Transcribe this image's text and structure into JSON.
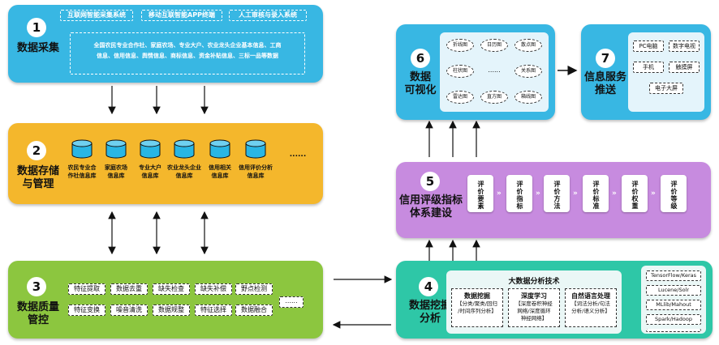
{
  "p1": {
    "number": "1",
    "title": "数据采集",
    "tabs": [
      "互联网智能采集系统",
      "移动互联智能APP终端",
      "人工审核与录入系统"
    ],
    "info_line1": "全国农民专业合作社、家庭农场、专业大户、农业龙头企业基本信息、工商",
    "info_line2": "信息、信用信息、舆情信息、商标信息、资金补贴信息、三标一品等数据"
  },
  "p2": {
    "number": "2",
    "title_l1": "数据存储",
    "title_l2": "与管理",
    "dbs": [
      {
        "l1": "农民专业合",
        "l2": "作社信息库"
      },
      {
        "l1": "家庭农场",
        "l2": "信息库"
      },
      {
        "l1": "专业大户",
        "l2": "信息库"
      },
      {
        "l1": "农业龙头企业",
        "l2": "信息库"
      },
      {
        "l1": "信用相关",
        "l2": "信息库"
      },
      {
        "l1": "信用评价分析",
        "l2": "信息库"
      }
    ],
    "more": "......"
  },
  "p3": {
    "number": "3",
    "title_l1": "数据质量",
    "title_l2": "管控",
    "row1": [
      "特征提取",
      "数据去重",
      "缺失检查",
      "缺失补偿",
      "野点检测"
    ],
    "row2": [
      "特征变换",
      "噪音清洗",
      "数据规整",
      "特征选择",
      "数据融合"
    ],
    "more": "......"
  },
  "p4": {
    "number": "4",
    "title_l1": "数据挖掘",
    "title_l2": "分析",
    "heading": "大数据分析技术",
    "cols": [
      {
        "name": "数据挖掘",
        "d1": "【分类/聚类/回归",
        "d2": "/时间序列分析】"
      },
      {
        "name": "深度学习",
        "d1": "【深度卷积神经",
        "d2": "网络/深度循环",
        "d3": "神经网络】"
      },
      {
        "name": "自然语言处理",
        "d1": "【词法分析/句法",
        "d2": "分析/语义分析】"
      }
    ],
    "tools": [
      "TensorFlow/Keras",
      "Lucene/Solr",
      "MLlib/Mahout",
      "Spark/Hadoop"
    ]
  },
  "p5": {
    "number": "5",
    "title_l1": "信用评级指标",
    "title_l2": "体系建设",
    "cards": [
      "评价要素",
      "评价指标",
      "评价方法",
      "评价标准",
      "评价权重",
      "评价等级"
    ]
  },
  "p6": {
    "number": "6",
    "title_l1": "数据",
    "title_l2": "可视化",
    "charts": [
      "折线图",
      "日历图",
      "散点图",
      "柱状图",
      "......",
      "关系图",
      "雷达图",
      "直方图",
      "箱线图"
    ]
  },
  "p7": {
    "number": "7",
    "title_l1": "信息服务",
    "title_l2": "推送",
    "devices": [
      "PC电脑",
      "数字电视",
      "手机",
      "触摸屏",
      "电子大屏"
    ]
  },
  "colors": {
    "blue": "#38b7e3",
    "orange": "#f4b72c",
    "green": "#8cc63f",
    "purple": "#c78bdf",
    "teal": "#2ec7a7"
  }
}
